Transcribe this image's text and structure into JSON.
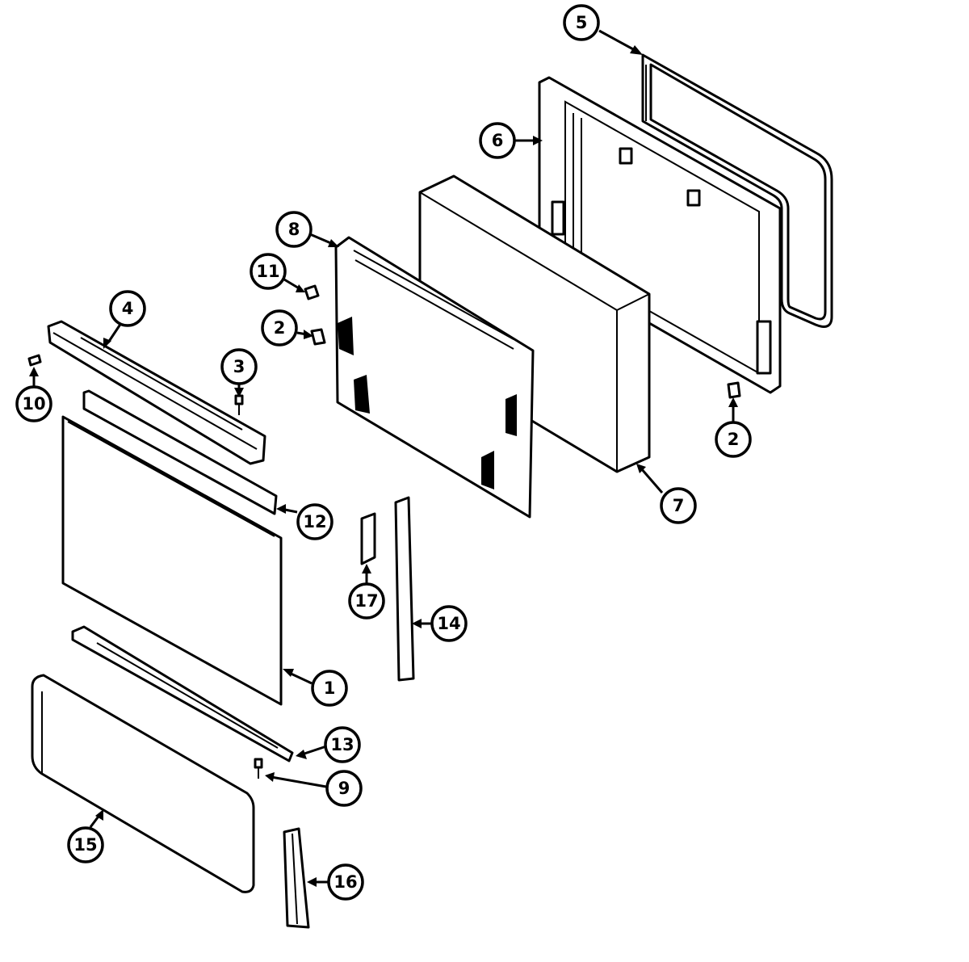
{
  "callouts": [
    {
      "id": "c1",
      "label": "1",
      "part": "door-panel"
    },
    {
      "id": "c2a",
      "label": "2",
      "part": "clip-left"
    },
    {
      "id": "c2b",
      "label": "2",
      "part": "clip-right"
    },
    {
      "id": "c3",
      "label": "3",
      "part": "screw-top"
    },
    {
      "id": "c4",
      "label": "4",
      "part": "top-trim"
    },
    {
      "id": "c5",
      "label": "5",
      "part": "gasket"
    },
    {
      "id": "c6",
      "label": "6",
      "part": "inner-door-frame"
    },
    {
      "id": "c7",
      "label": "7",
      "part": "insulation-box"
    },
    {
      "id": "c8",
      "label": "8",
      "part": "inner-panel"
    },
    {
      "id": "c9",
      "label": "9",
      "part": "screw-bottom"
    },
    {
      "id": "c10",
      "label": "10",
      "part": "screw-left"
    },
    {
      "id": "c11",
      "label": "11",
      "part": "clip-small"
    },
    {
      "id": "c12",
      "label": "12",
      "part": "trim-strip"
    },
    {
      "id": "c13",
      "label": "13",
      "part": "bottom-rail"
    },
    {
      "id": "c14",
      "label": "14",
      "part": "side-strip"
    },
    {
      "id": "c15",
      "label": "15",
      "part": "kick-panel"
    },
    {
      "id": "c16",
      "label": "16",
      "part": "bracket"
    },
    {
      "id": "c17",
      "label": "17",
      "part": "small-strip"
    }
  ]
}
